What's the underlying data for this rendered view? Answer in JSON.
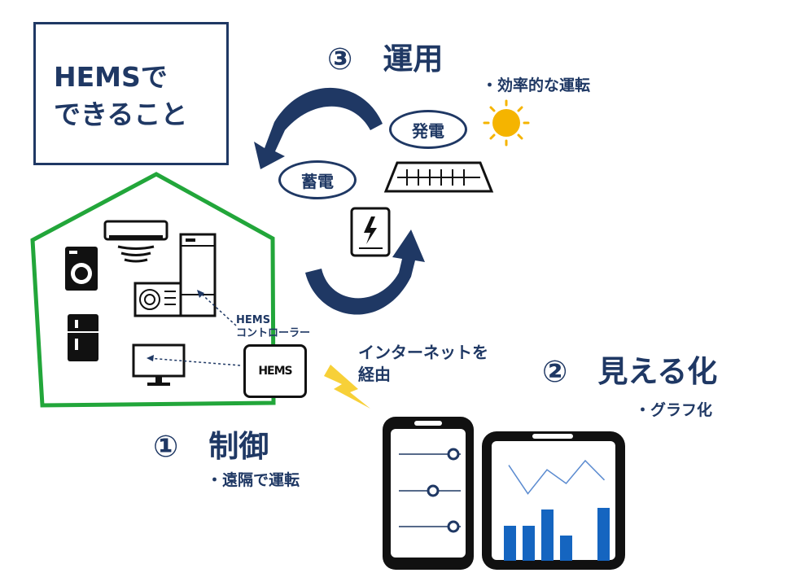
{
  "title": "HEMSで\nできること",
  "section3": {
    "heading": "③　運用",
    "bullet": "・効率的な運転",
    "generation": "発電",
    "storage": "蓄電"
  },
  "section2": {
    "heading": "②　見える化",
    "bullet": "・グラフ化"
  },
  "section1": {
    "heading": "①　制御",
    "bullet": "・遠隔で運転"
  },
  "controller_label": "HEMS\nコントローラー",
  "controller_text": "HEMS",
  "internet_label": "インターネットを\n経由",
  "colors": {
    "navy": "#1f3864",
    "green": "#22a63a",
    "sun": "#f5b400",
    "bolt": "#f7d038",
    "bar": "#1565c0",
    "line": "#5b8bd0"
  },
  "chart_data": {
    "type": "bar",
    "categories": [
      "",
      "",
      "",
      "",
      "",
      ""
    ],
    "values": [
      43,
      43,
      63,
      31,
      0,
      65
    ],
    "line_values": [
      92,
      42,
      84,
      60,
      100,
      66
    ],
    "ylim": [
      0,
      100
    ]
  }
}
